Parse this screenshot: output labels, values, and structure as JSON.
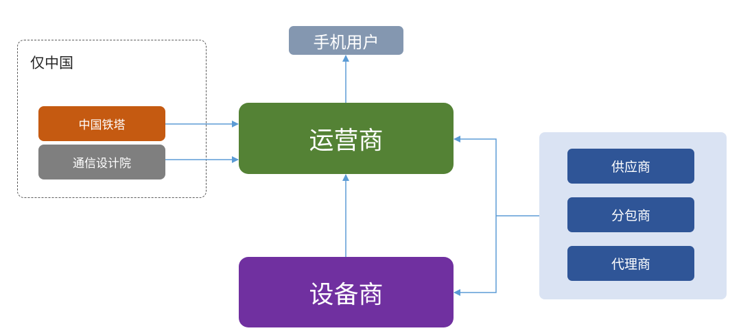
{
  "diagram": {
    "region": {
      "label": "仅中国"
    },
    "nodes": {
      "china_tower": {
        "label": "中国铁塔",
        "color": "#C55A11"
      },
      "design_institute": {
        "label": "通信设计院",
        "color": "#7F7F7F"
      },
      "operator": {
        "label": "运营商",
        "color": "#548235"
      },
      "mobile_users": {
        "label": "手机用户",
        "color": "#8497B0"
      },
      "equipment_vendor": {
        "label": "设备商",
        "color": "#7030A0"
      }
    },
    "partners": {
      "panel_color": "#DAE3F3",
      "items": [
        {
          "label": "供应商",
          "color": "#2F5597"
        },
        {
          "label": "分包商",
          "color": "#2F5597"
        },
        {
          "label": "代理商",
          "color": "#2F5597"
        }
      ]
    },
    "edges": [
      {
        "from": "china_tower",
        "to": "operator"
      },
      {
        "from": "design_institute",
        "to": "operator"
      },
      {
        "from": "operator",
        "to": "mobile_users"
      },
      {
        "from": "equipment_vendor",
        "to": "operator"
      },
      {
        "from": "partners",
        "to": "operator"
      },
      {
        "from": "partners",
        "to": "equipment_vendor"
      }
    ],
    "arrow_color": "#5B9BD5"
  }
}
